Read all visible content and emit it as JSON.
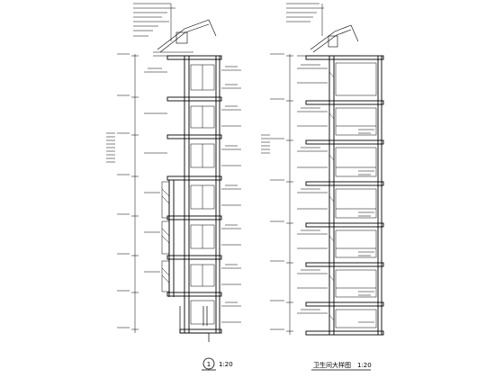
{
  "left_sheet": {
    "caption_number": "1",
    "caption_scale": "1:20"
  },
  "right_sheet": {
    "caption_title": "卫生间大样图",
    "caption_scale": "1:20"
  },
  "colors": {
    "line": "#000000",
    "background": "#ffffff"
  }
}
